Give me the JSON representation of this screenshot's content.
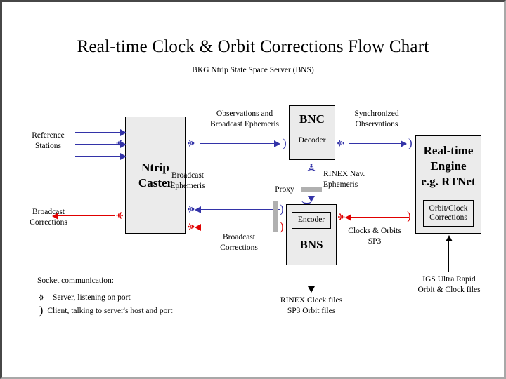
{
  "page": {
    "title": "Real-time Clock & Orbit Corrections Flow Chart",
    "subtitle": "BKG Ntrip State Space Server  (BNS)"
  },
  "colors": {
    "blue": "#3333a8",
    "red": "#e00000",
    "black": "#000000",
    "box_fill": "#ebebeb",
    "proxy_gray": "#b0b0b0",
    "frame_dark": "#474747",
    "frame_light": "#a8a8a8"
  },
  "nodes": {
    "ntrip_caster": {
      "label": "Ntrip\nCaster"
    },
    "bnc": {
      "label": "BNC",
      "inner_label": "Decoder"
    },
    "bns": {
      "label": "BNS",
      "inner_label": "Encoder"
    },
    "rt_engine": {
      "label": "Real-time\nEngine\ne.g. RTNet",
      "inner_label": "Orbit/Clock\nCorrections"
    }
  },
  "labels": {
    "reference_stations": "Reference\nStations",
    "broadcast_corrections_out": "Broadcast\nCorrections",
    "observations_and_broadcast_ephemeris": "Observations and\nBroadcast Ephemeris",
    "synchronized_observations": "Synchronized\nObservations",
    "rinex_nav_ephemeris": "RINEX Nav.\nEphemeris",
    "broadcast_ephemeris": "Broadcast\nEphemeris",
    "broadcast_corrections_bns": "Broadcast\nCorrections",
    "proxy": "Proxy",
    "clocks_and_orbits_sp3": "Clocks & Orbits\nSP3",
    "rinex_clock_sp3_files": "RINEX Clock files\nSP3 Orbit files",
    "igs_ultra_rapid": "IGS Ultra Rapid\nOrbit & Clock files"
  },
  "legend": {
    "title": "Socket communication:",
    "items": [
      {
        "icon": "server-socket-icon",
        "text": "Server, listening on port"
      },
      {
        "icon": "client-socket-icon",
        "text": "Client, talking to server's host and port"
      }
    ]
  }
}
